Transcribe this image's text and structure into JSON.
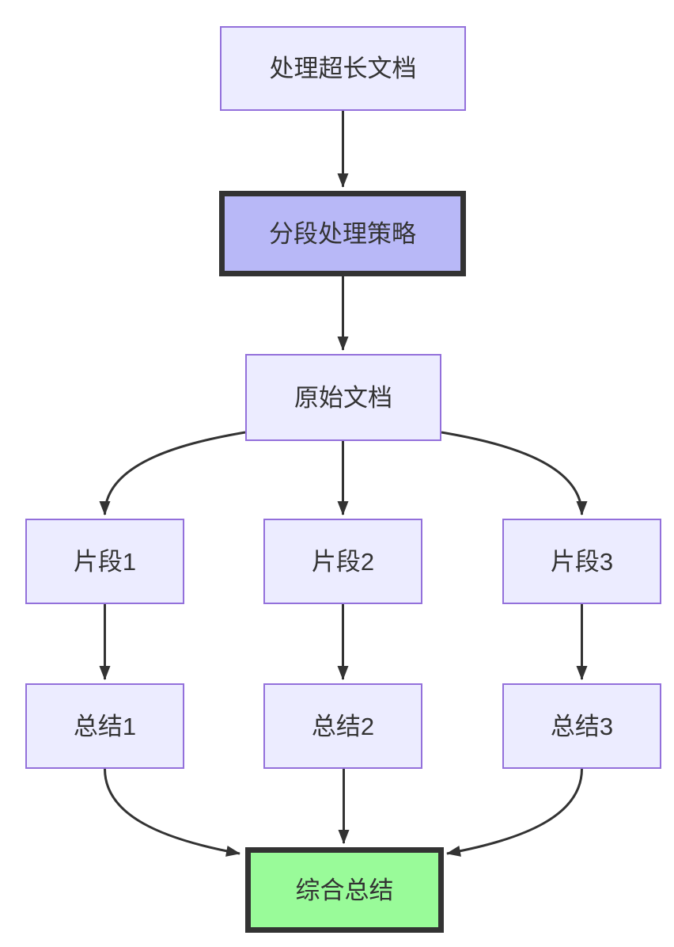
{
  "diagram": {
    "type": "flowchart",
    "direction": "top-down",
    "nodes": [
      {
        "id": "A",
        "label": "处理超长文档",
        "style": "default"
      },
      {
        "id": "B",
        "label": "分段处理策略",
        "style": "emphasis-purple"
      },
      {
        "id": "C",
        "label": "原始文档",
        "style": "default"
      },
      {
        "id": "D1",
        "label": "片段1",
        "style": "default"
      },
      {
        "id": "D2",
        "label": "片段2",
        "style": "default"
      },
      {
        "id": "D3",
        "label": "片段3",
        "style": "default"
      },
      {
        "id": "E1",
        "label": "总结1",
        "style": "default"
      },
      {
        "id": "E2",
        "label": "总结2",
        "style": "default"
      },
      {
        "id": "E3",
        "label": "总结3",
        "style": "default"
      },
      {
        "id": "F",
        "label": "综合总结",
        "style": "emphasis-green"
      }
    ],
    "edges": [
      {
        "from": "A",
        "to": "B"
      },
      {
        "from": "B",
        "to": "C"
      },
      {
        "from": "C",
        "to": "D1"
      },
      {
        "from": "C",
        "to": "D2"
      },
      {
        "from": "C",
        "to": "D3"
      },
      {
        "from": "D1",
        "to": "E1"
      },
      {
        "from": "D2",
        "to": "E2"
      },
      {
        "from": "D3",
        "to": "E3"
      },
      {
        "from": "E1",
        "to": "F"
      },
      {
        "from": "E2",
        "to": "F"
      },
      {
        "from": "E3",
        "to": "F"
      }
    ],
    "colors": {
      "node_fill": "#ECECFF",
      "node_border": "#9370DB",
      "emphasis_purple_fill": "#B8B8F7",
      "emphasis_green_fill": "#99FB99",
      "emphasis_border": "#333333",
      "edge": "#333333",
      "text": "#333333",
      "background": "#FFFFFF"
    }
  }
}
